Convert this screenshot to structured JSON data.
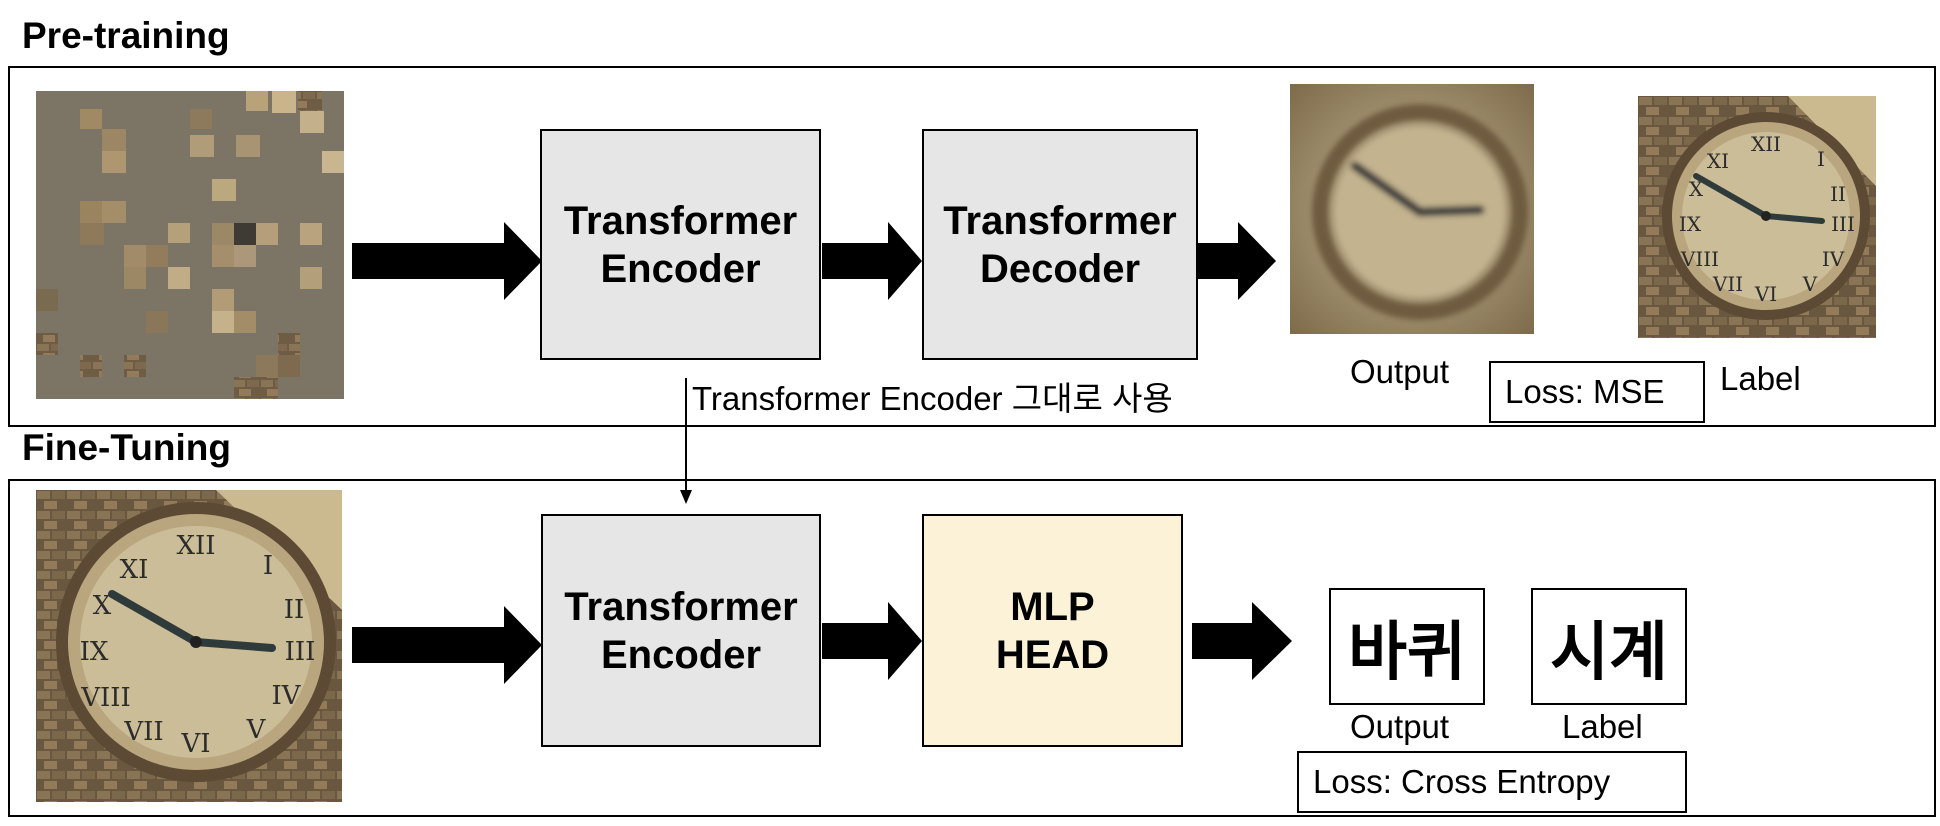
{
  "pretraining": {
    "title": "Pre-training",
    "encoder_label": "Transformer\nEncoder",
    "decoder_label": "Transformer\nDecoder",
    "output_label": "Output",
    "label_label": "Label",
    "loss_label": "Loss: MSE",
    "transfer_note": "Transformer Encoder 그대로 사용"
  },
  "finetuning": {
    "title": "Fine-Tuning",
    "encoder_label": "Transformer\nEncoder",
    "head_label": "MLP\nHEAD",
    "output_value": "바퀴",
    "label_value": "시계",
    "output_label": "Output",
    "label_label": "Label",
    "loss_label": "Loss: Cross Entropy"
  },
  "colors": {
    "encoder_fill": "#e6e6e6",
    "head_fill": "#fbf2d8",
    "masked_gray": "#7c7566",
    "clock_face": "#cbbd98",
    "brick": "#6e5c44"
  },
  "icons": {
    "masked_input": "masked-clock-image",
    "reconstructed_output": "blurry-clock-image",
    "target_label": "clock-image",
    "finetune_input": "clock-image",
    "arrows": "thick-right-arrow"
  }
}
